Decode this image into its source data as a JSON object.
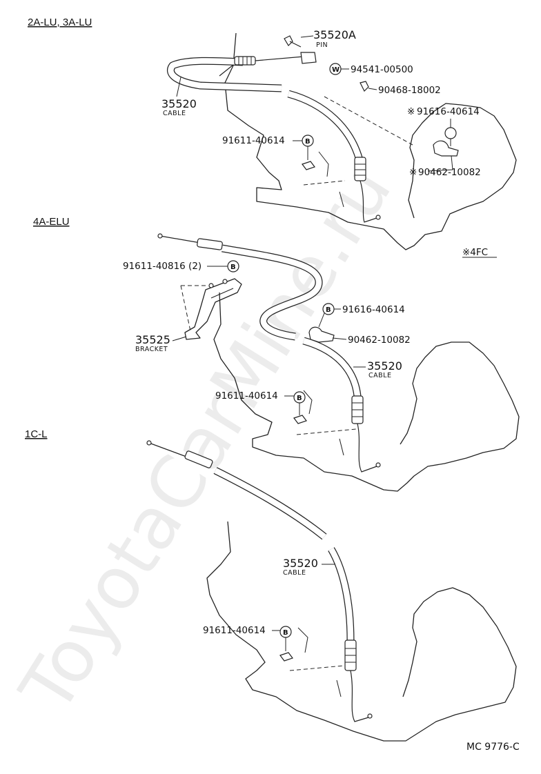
{
  "sections": {
    "s1": {
      "title": "2A-LU, 3A-LU"
    },
    "s2": {
      "title": "4A-ELU"
    },
    "s3": {
      "title": "1C-L"
    }
  },
  "parts": {
    "s1_pin": {
      "number": "35520A",
      "sub": "PIN"
    },
    "s1_washer": {
      "number": "94541-00500",
      "symbol": "W"
    },
    "s1_clip": {
      "number": "90468-18002"
    },
    "s1_cable": {
      "number": "35520",
      "sub": "CABLE"
    },
    "s1_bolt_a": {
      "number": "91616-40614",
      "note_mark": "※"
    },
    "s1_bolt_b": {
      "number": "91611-40614",
      "symbol": "B"
    },
    "s1_clamp": {
      "number": "90462-10082",
      "note_mark": "※"
    },
    "s1_note": {
      "text": "※4FC"
    },
    "s2_bolt_a": {
      "number": "91611-40816 (2)",
      "symbol": "B"
    },
    "s2_bracket": {
      "number": "35525",
      "sub": "BRACKET"
    },
    "s2_bolt_b": {
      "number": "91616-40614",
      "symbol": "B"
    },
    "s2_clamp": {
      "number": "90462-10082"
    },
    "s2_cable": {
      "number": "35520",
      "sub": "CABLE"
    },
    "s2_bolt_c": {
      "number": "91611-40614",
      "symbol": "B"
    },
    "s3_cable": {
      "number": "35520",
      "sub": "CABLE"
    },
    "s3_bolt": {
      "number": "91611-40614",
      "symbol": "B"
    }
  },
  "reference": "MC 9776-C",
  "watermark": "ToyotaCarMine.ru"
}
